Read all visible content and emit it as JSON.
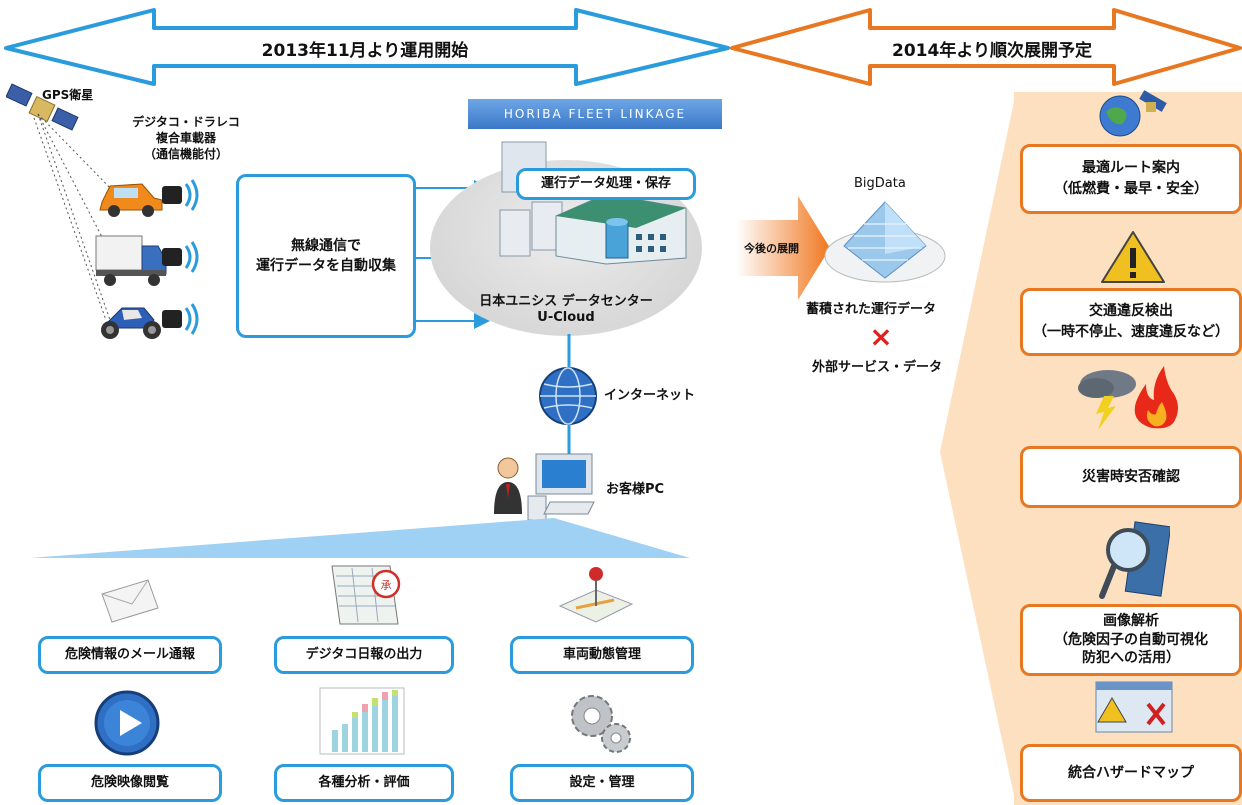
{
  "banners": {
    "left": "2013年11月より運用開始",
    "right": "2014年より順次展開予定"
  },
  "left_section": {
    "gps_label": "GPS衛星",
    "device_label": "デジタコ・ドラレコ\n複合車載器\n（通信機能付）",
    "wireless_box": "無線通信で\n運行データを自動収集",
    "logo": "HORIBA FLEET LINKAGE",
    "processing_box": "運行データ処理・保存",
    "datacenter_line1": "日本ユニシス データセンター",
    "datacenter_line2": "U-Cloud",
    "internet_label": "インターネット",
    "pc_label": "お客様PC"
  },
  "features": [
    {
      "label": "危険情報のメール通報",
      "icon": "envelope-icon"
    },
    {
      "label": "デジタコ日報の出力",
      "icon": "report-icon"
    },
    {
      "label": "車両動態管理",
      "icon": "map-pin-icon"
    },
    {
      "label": "危険映像閲覧",
      "icon": "play-icon"
    },
    {
      "label": "各種分析・評価",
      "icon": "bar-chart-icon"
    },
    {
      "label": "設定・管理",
      "icon": "gears-icon"
    }
  ],
  "middle_section": {
    "future_label": "今後の展開",
    "bigdata_label": "BigData",
    "accumulated": "蓄積された運行データ",
    "cross": "×",
    "external": "外部サービス・データ"
  },
  "right_section": {
    "items": [
      {
        "label": "最適ルート案内\n（低燃費・最早・安全）",
        "icon": "globe-satellite-icon"
      },
      {
        "label": "交通違反検出\n（一時不停止、速度違反など）",
        "icon": "warning-icon"
      },
      {
        "label": "災害時安否確認",
        "icon": "storm-fire-icon"
      },
      {
        "label": "画像解析\n（危険因子の自動可視化\n防犯への活用）",
        "icon": "magnifier-icon"
      },
      {
        "label": "統合ハザードマップ",
        "icon": "hazard-map-icon"
      }
    ]
  },
  "colors": {
    "blue": "#2a9bdc",
    "orange": "#e87722",
    "panel": "#fde0bf"
  }
}
